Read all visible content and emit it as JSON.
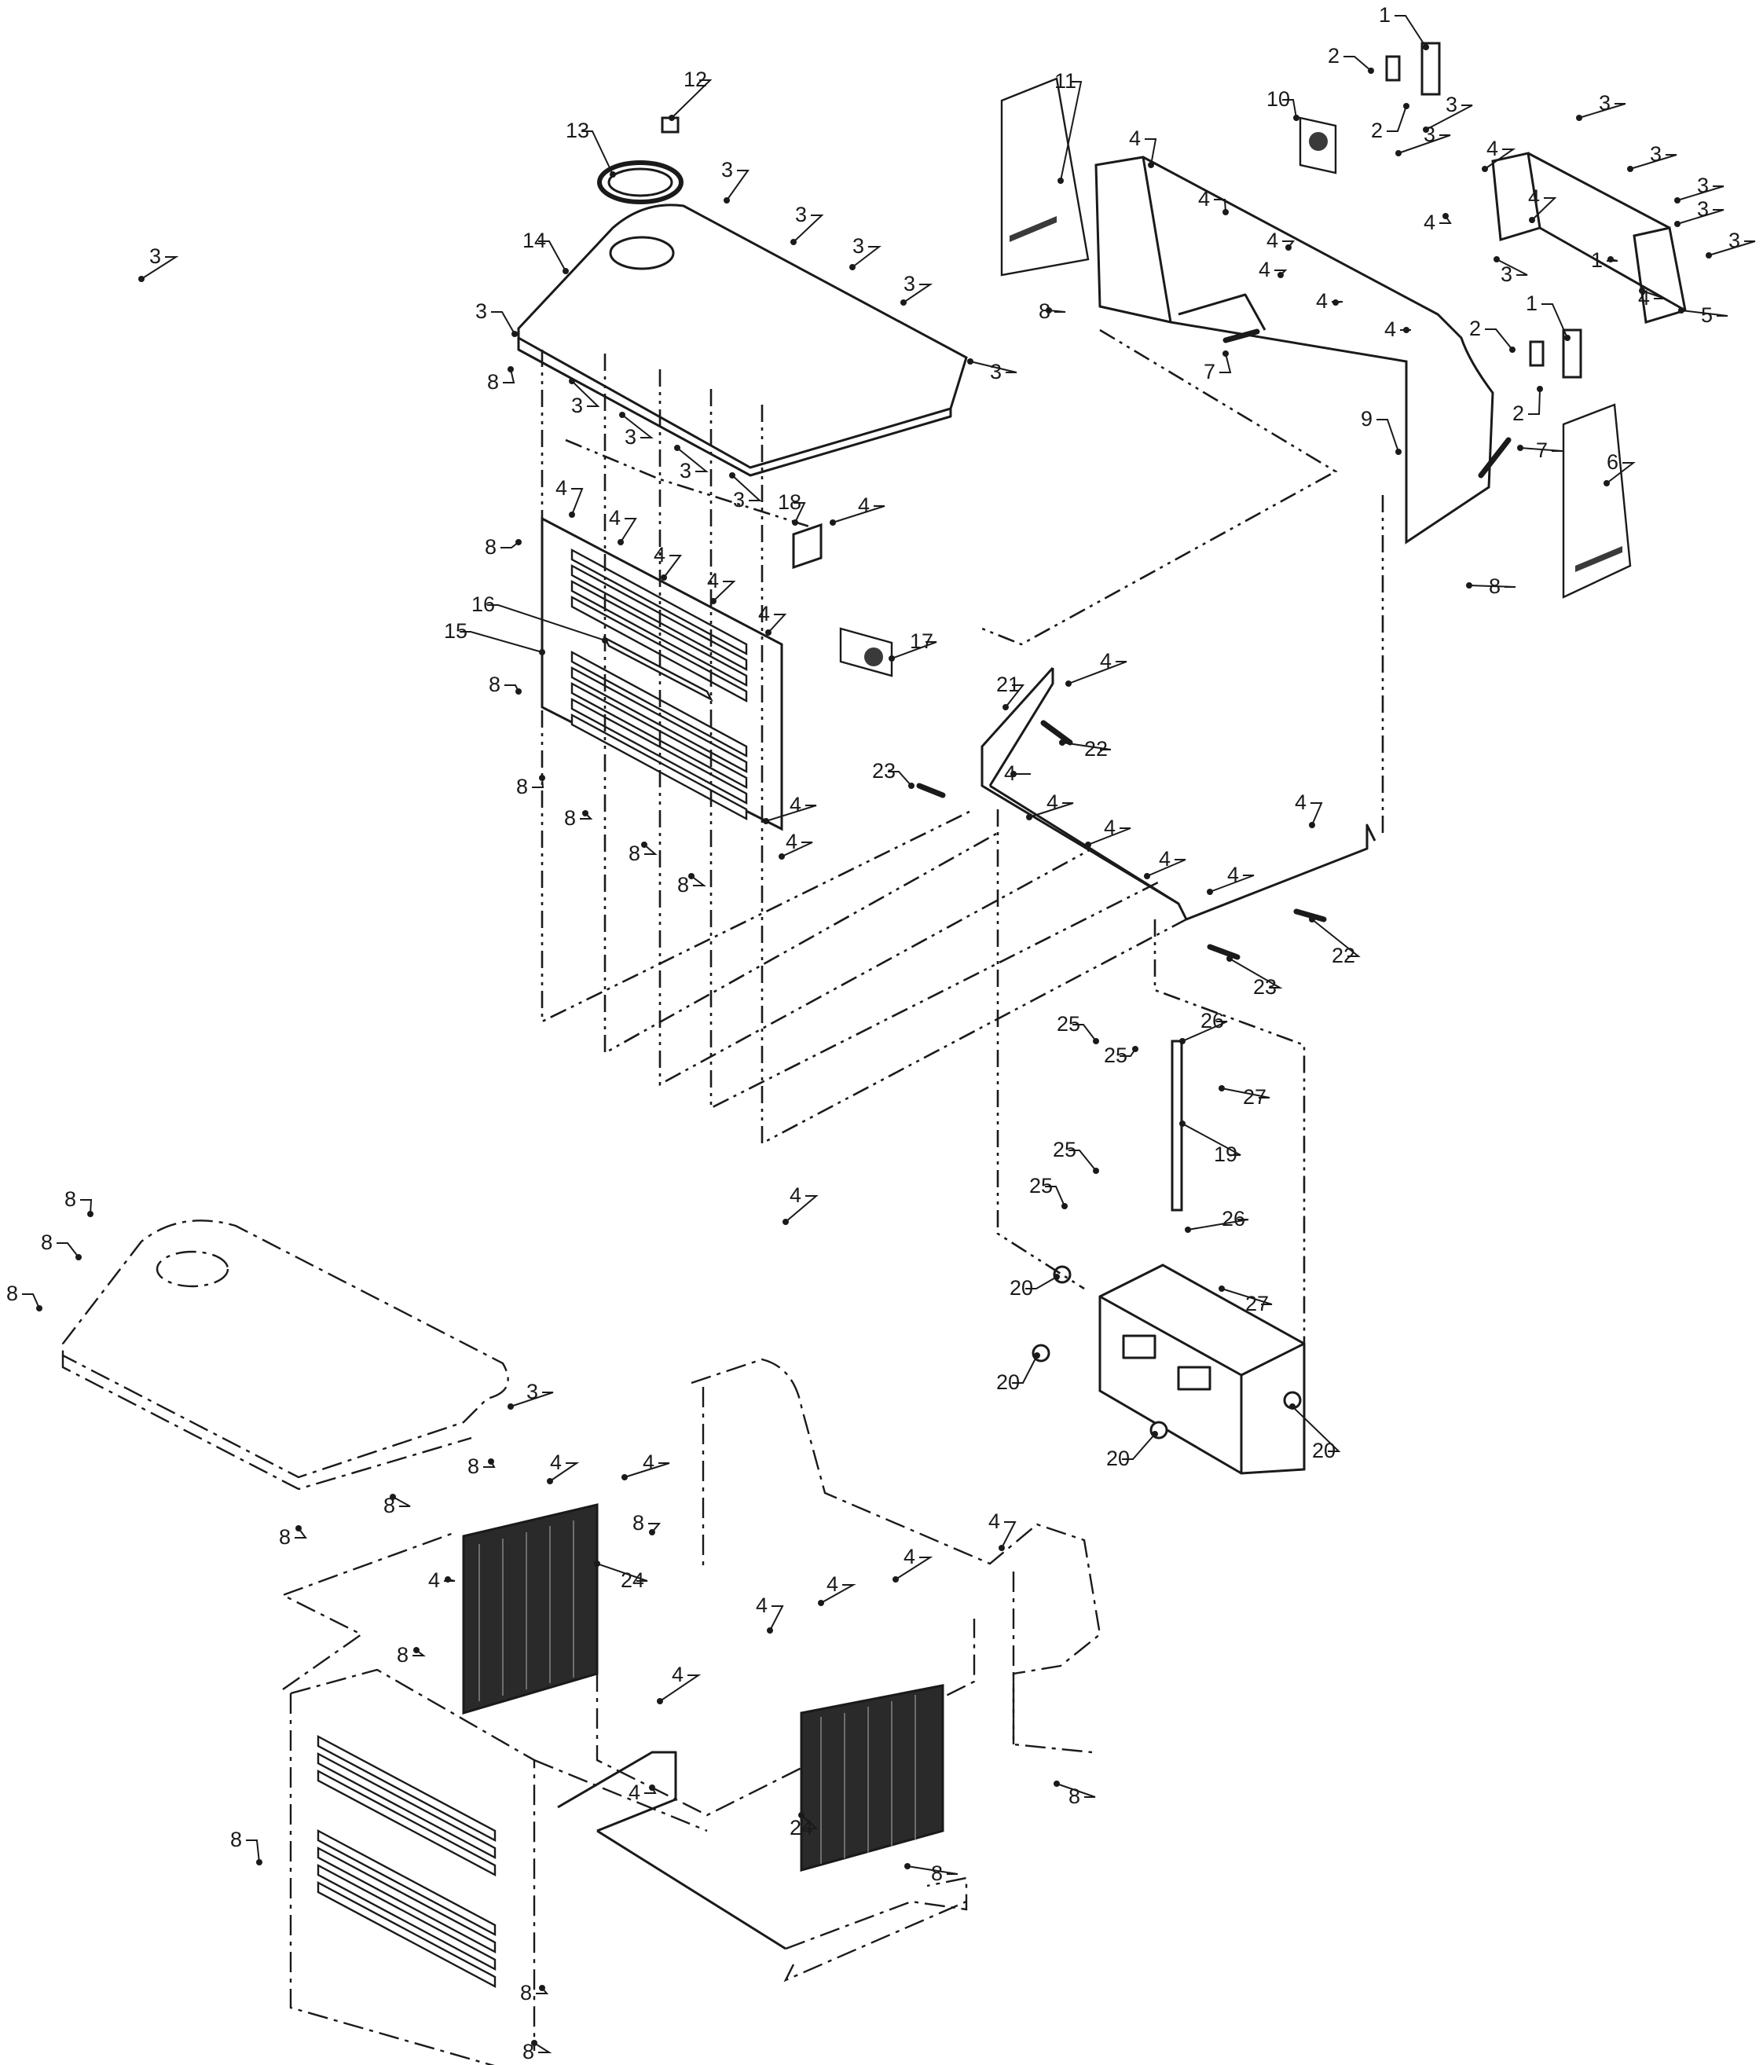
{
  "callouts": [
    {
      "id": "c1a",
      "text": "1"
    },
    {
      "id": "c1b",
      "text": "1"
    },
    {
      "id": "c1c",
      "text": "1"
    },
    {
      "id": "c2a",
      "text": "2"
    },
    {
      "id": "c2b",
      "text": "2"
    },
    {
      "id": "c2c",
      "text": "2"
    },
    {
      "id": "c2d",
      "text": "2"
    },
    {
      "id": "c3a",
      "text": "3"
    },
    {
      "id": "c3b",
      "text": "3"
    },
    {
      "id": "c3c",
      "text": "3"
    },
    {
      "id": "c3d",
      "text": "3"
    },
    {
      "id": "c3e",
      "text": "3"
    },
    {
      "id": "c3f",
      "text": "3"
    },
    {
      "id": "c3g",
      "text": "3"
    },
    {
      "id": "c3h",
      "text": "3"
    },
    {
      "id": "c3i",
      "text": "3"
    },
    {
      "id": "c3j",
      "text": "3"
    },
    {
      "id": "c3k",
      "text": "3"
    },
    {
      "id": "c3l",
      "text": "3"
    },
    {
      "id": "c3m",
      "text": "3"
    },
    {
      "id": "c3n",
      "text": "3"
    },
    {
      "id": "c3o",
      "text": "3"
    },
    {
      "id": "c3p",
      "text": "3"
    },
    {
      "id": "c3q",
      "text": "3"
    },
    {
      "id": "c3r",
      "text": "3"
    },
    {
      "id": "c3s",
      "text": "3"
    },
    {
      "id": "c3t",
      "text": "3"
    },
    {
      "id": "c4a",
      "text": "4"
    },
    {
      "id": "c4b",
      "text": "4"
    },
    {
      "id": "c4c",
      "text": "4"
    },
    {
      "id": "c4d",
      "text": "4"
    },
    {
      "id": "c4e",
      "text": "4"
    },
    {
      "id": "c4f",
      "text": "4"
    },
    {
      "id": "c4g",
      "text": "4"
    },
    {
      "id": "c4h",
      "text": "4"
    },
    {
      "id": "c4i",
      "text": "4"
    },
    {
      "id": "c4j",
      "text": "4"
    },
    {
      "id": "c4k",
      "text": "4"
    },
    {
      "id": "c4l",
      "text": "4"
    },
    {
      "id": "c4m",
      "text": "4"
    },
    {
      "id": "c4n",
      "text": "4"
    },
    {
      "id": "c4o",
      "text": "4"
    },
    {
      "id": "c4p",
      "text": "4"
    },
    {
      "id": "c4q",
      "text": "4"
    },
    {
      "id": "c4r",
      "text": "4"
    },
    {
      "id": "c4s",
      "text": "4"
    },
    {
      "id": "c4t",
      "text": "4"
    },
    {
      "id": "c4u",
      "text": "4"
    },
    {
      "id": "c4v",
      "text": "4"
    },
    {
      "id": "c4w",
      "text": "4"
    },
    {
      "id": "c4x",
      "text": "4"
    },
    {
      "id": "c4y",
      "text": "4"
    },
    {
      "id": "c4z",
      "text": "4"
    },
    {
      "id": "c4aa",
      "text": "4"
    },
    {
      "id": "c4ab",
      "text": "4"
    },
    {
      "id": "c4ac",
      "text": "4"
    },
    {
      "id": "c4ad",
      "text": "4"
    },
    {
      "id": "c4ae",
      "text": "4"
    },
    {
      "id": "c4af",
      "text": "4"
    },
    {
      "id": "c4ag",
      "text": "4"
    },
    {
      "id": "c4ah",
      "text": "4"
    },
    {
      "id": "c4ai",
      "text": "4"
    },
    {
      "id": "c5",
      "text": "5"
    },
    {
      "id": "c6",
      "text": "6"
    },
    {
      "id": "c7a",
      "text": "7"
    },
    {
      "id": "c7b",
      "text": "7"
    },
    {
      "id": "c8a",
      "text": "8"
    },
    {
      "id": "c8b",
      "text": "8"
    },
    {
      "id": "c8c",
      "text": "8"
    },
    {
      "id": "c8d",
      "text": "8"
    },
    {
      "id": "c8e",
      "text": "8"
    },
    {
      "id": "c8f",
      "text": "8"
    },
    {
      "id": "c8g",
      "text": "8"
    },
    {
      "id": "c8h",
      "text": "8"
    },
    {
      "id": "c8i",
      "text": "8"
    },
    {
      "id": "c8j",
      "text": "8"
    },
    {
      "id": "c8k",
      "text": "8"
    },
    {
      "id": "c8l",
      "text": "8"
    },
    {
      "id": "c8m",
      "text": "8"
    },
    {
      "id": "c8n",
      "text": "8"
    },
    {
      "id": "c8o",
      "text": "8"
    },
    {
      "id": "c8p",
      "text": "8"
    },
    {
      "id": "c8q",
      "text": "8"
    },
    {
      "id": "c8r",
      "text": "8"
    },
    {
      "id": "c8s",
      "text": "8"
    },
    {
      "id": "c8t",
      "text": "8"
    },
    {
      "id": "c8u",
      "text": "8"
    },
    {
      "id": "c8v",
      "text": "8"
    },
    {
      "id": "c9",
      "text": "9"
    },
    {
      "id": "c10",
      "text": "10"
    },
    {
      "id": "c11",
      "text": "11"
    },
    {
      "id": "c12",
      "text": "12"
    },
    {
      "id": "c13",
      "text": "13"
    },
    {
      "id": "c14",
      "text": "14"
    },
    {
      "id": "c15",
      "text": "15"
    },
    {
      "id": "c16",
      "text": "16"
    },
    {
      "id": "c17",
      "text": "17"
    },
    {
      "id": "c18",
      "text": "18"
    },
    {
      "id": "c19",
      "text": "19"
    },
    {
      "id": "c20a",
      "text": "20"
    },
    {
      "id": "c20b",
      "text": "20"
    },
    {
      "id": "c20c",
      "text": "20"
    },
    {
      "id": "c20d",
      "text": "20"
    },
    {
      "id": "c21",
      "text": "21"
    },
    {
      "id": "c22a",
      "text": "22"
    },
    {
      "id": "c22b",
      "text": "22"
    },
    {
      "id": "c23a",
      "text": "23"
    },
    {
      "id": "c23b",
      "text": "23"
    },
    {
      "id": "c24a",
      "text": "24"
    },
    {
      "id": "c24b",
      "text": "24"
    },
    {
      "id": "c25a",
      "text": "25"
    },
    {
      "id": "c25b",
      "text": "25"
    },
    {
      "id": "c25c",
      "text": "25"
    },
    {
      "id": "c25d",
      "text": "25"
    },
    {
      "id": "c26a",
      "text": "26"
    },
    {
      "id": "c26b",
      "text": "26"
    },
    {
      "id": "c27a",
      "text": "27"
    },
    {
      "id": "c27b",
      "text": "27"
    }
  ]
}
